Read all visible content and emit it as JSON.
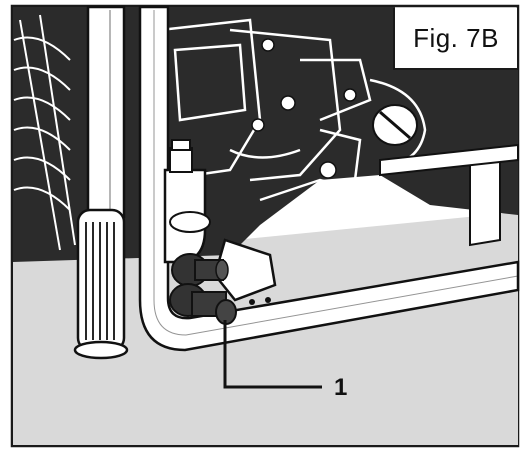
{
  "figure": {
    "label": "Fig. 7B",
    "callout_number": "1"
  },
  "colors": {
    "floor": "#d9d9d9",
    "background_machine": "#2b2b2b",
    "outline": "#111111",
    "highlight": "#ffffff",
    "frame_border": "#1a1a1a"
  },
  "icons": {
    "callout": "leader-line-with-number",
    "valve": "fuel-valve-knob",
    "handle": "grip-handle"
  }
}
